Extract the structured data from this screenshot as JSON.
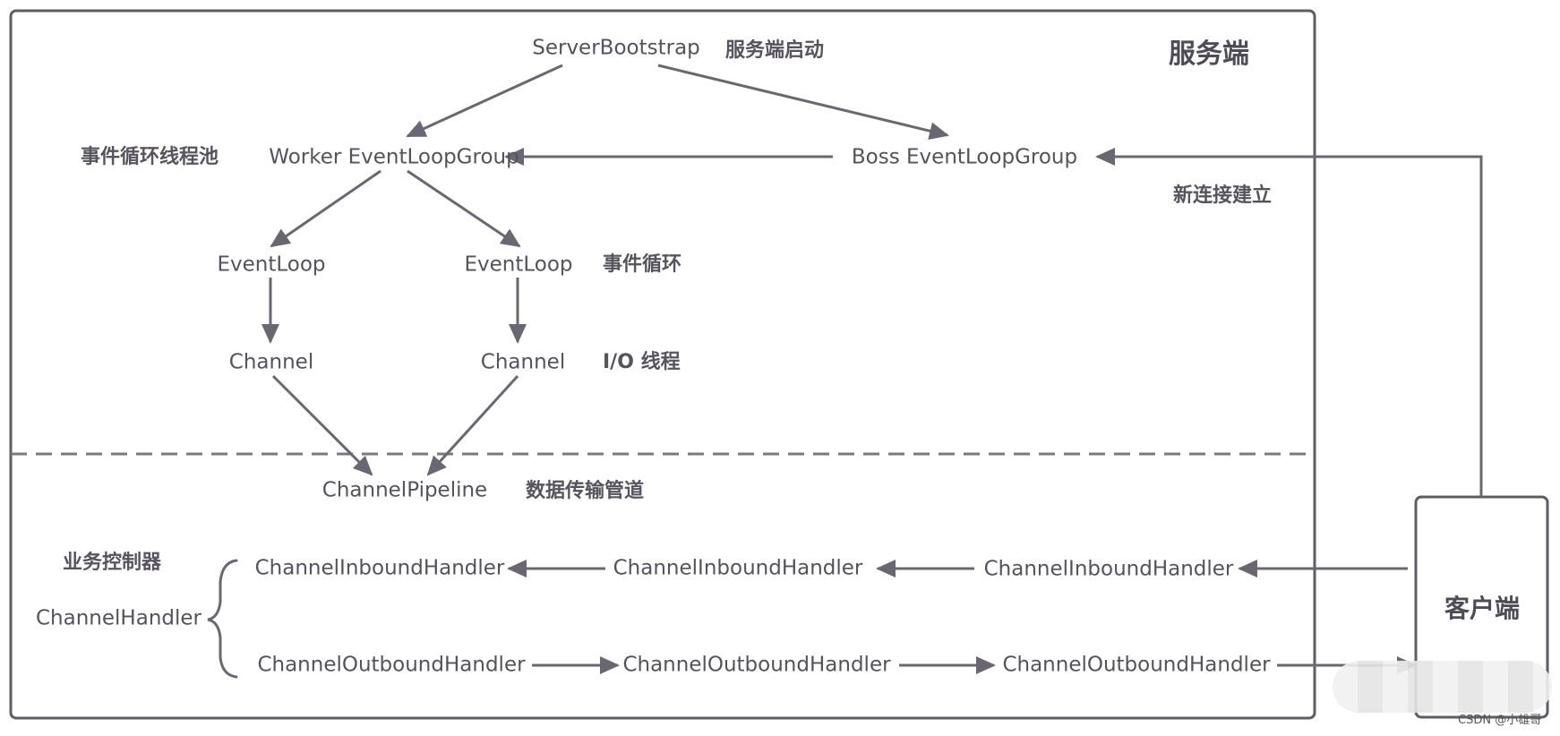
{
  "server": {
    "title": "服务端",
    "bootstrap": "ServerBootstrap",
    "bootstrap_note": "服务端启动",
    "worker_group": "Worker EventLoopGroup",
    "worker_group_note": "事件循环线程池",
    "boss_group": "Boss EventLoopGroup",
    "new_connection_note": "新连接建立",
    "event_loop_left": "EventLoop",
    "event_loop_right": "EventLoop",
    "event_loop_note": "事件循环",
    "channel_left": "Channel",
    "channel_right": "Channel",
    "io_thread_note": "I/O 线程",
    "pipeline": "ChannelPipeline",
    "pipeline_note": "数据传输管道",
    "business_note": "业务控制器",
    "handler_label": "ChannelHandler",
    "inbound_handlers": [
      "ChannelInboundHandler",
      "ChannelInboundHandler",
      "ChannelInboundHandler"
    ],
    "outbound_handlers": [
      "ChannelOutboundHandler",
      "ChannelOutboundHandler",
      "ChannelOutboundHandler"
    ]
  },
  "client": {
    "title": "客户端"
  },
  "watermark": "CSDN @小雄哥",
  "colors": {
    "line": "#6a6772",
    "box_border": "#5e5c66",
    "text": "#55525f"
  }
}
